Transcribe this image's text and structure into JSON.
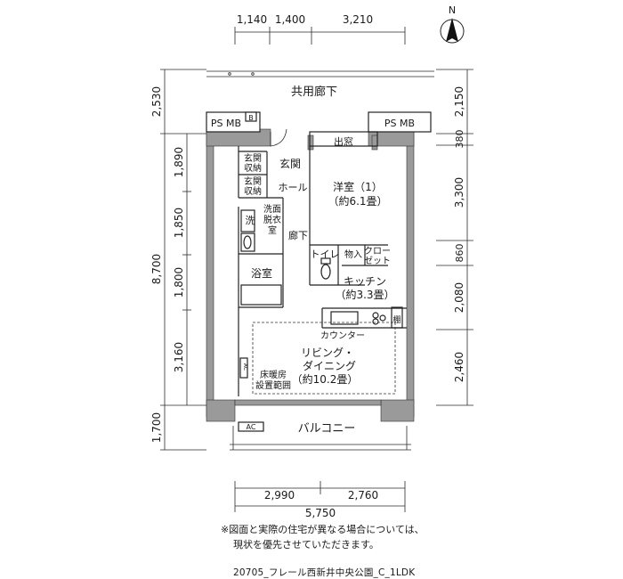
{
  "north_label": "N",
  "dimensions": {
    "top": [
      "1,140",
      "1,400",
      "3,210"
    ],
    "bottom_parts": [
      "2,990",
      "2,760"
    ],
    "bottom_total": "5,750",
    "left_outer": [
      "2,530",
      "8,700",
      "1,700"
    ],
    "left_inner": [
      "1,890",
      "1,850",
      "1,800",
      "3,160"
    ],
    "right": [
      "2,150",
      "380",
      "3,300",
      "860",
      "2,080",
      "2,460"
    ]
  },
  "labels": {
    "corridor": "共用廊下",
    "ps_mb_left": "PS MB",
    "ps_mb_right": "PS MB",
    "b_box": "B",
    "bay_window": "出窓",
    "entrance": "玄関",
    "shoe_storage_1": [
      "玄関",
      "収納"
    ],
    "shoe_storage_2": [
      "玄関",
      "収納"
    ],
    "hall": "ホール",
    "washroom": [
      "洗面",
      "脱衣",
      "室"
    ],
    "wash_machine": "洗",
    "hallway": "廊下",
    "bathroom": "浴室",
    "toilet": "トイレ",
    "storage": "物入",
    "closet": [
      "クロー",
      "ゼット"
    ],
    "western_room": [
      "洋室（1）",
      "（約6.1畳）"
    ],
    "kitchen": [
      "キッチン",
      "（約3.3畳）"
    ],
    "shelf": "棚",
    "counter": "カウンター",
    "living": [
      "リビング・",
      "ダイニング",
      "（約10.2畳）"
    ],
    "floor_heating": [
      "床暖房",
      "設置範囲"
    ],
    "ac_unit": "AC",
    "ac_balcony": "AC",
    "balcony": "バルコニー"
  },
  "footnote": [
    "※図面と実際の住宅が異なる場合については、",
    "現状を優先させていただきます。"
  ],
  "caption": "20705_フレール西新井中央公園_C_1LDK"
}
